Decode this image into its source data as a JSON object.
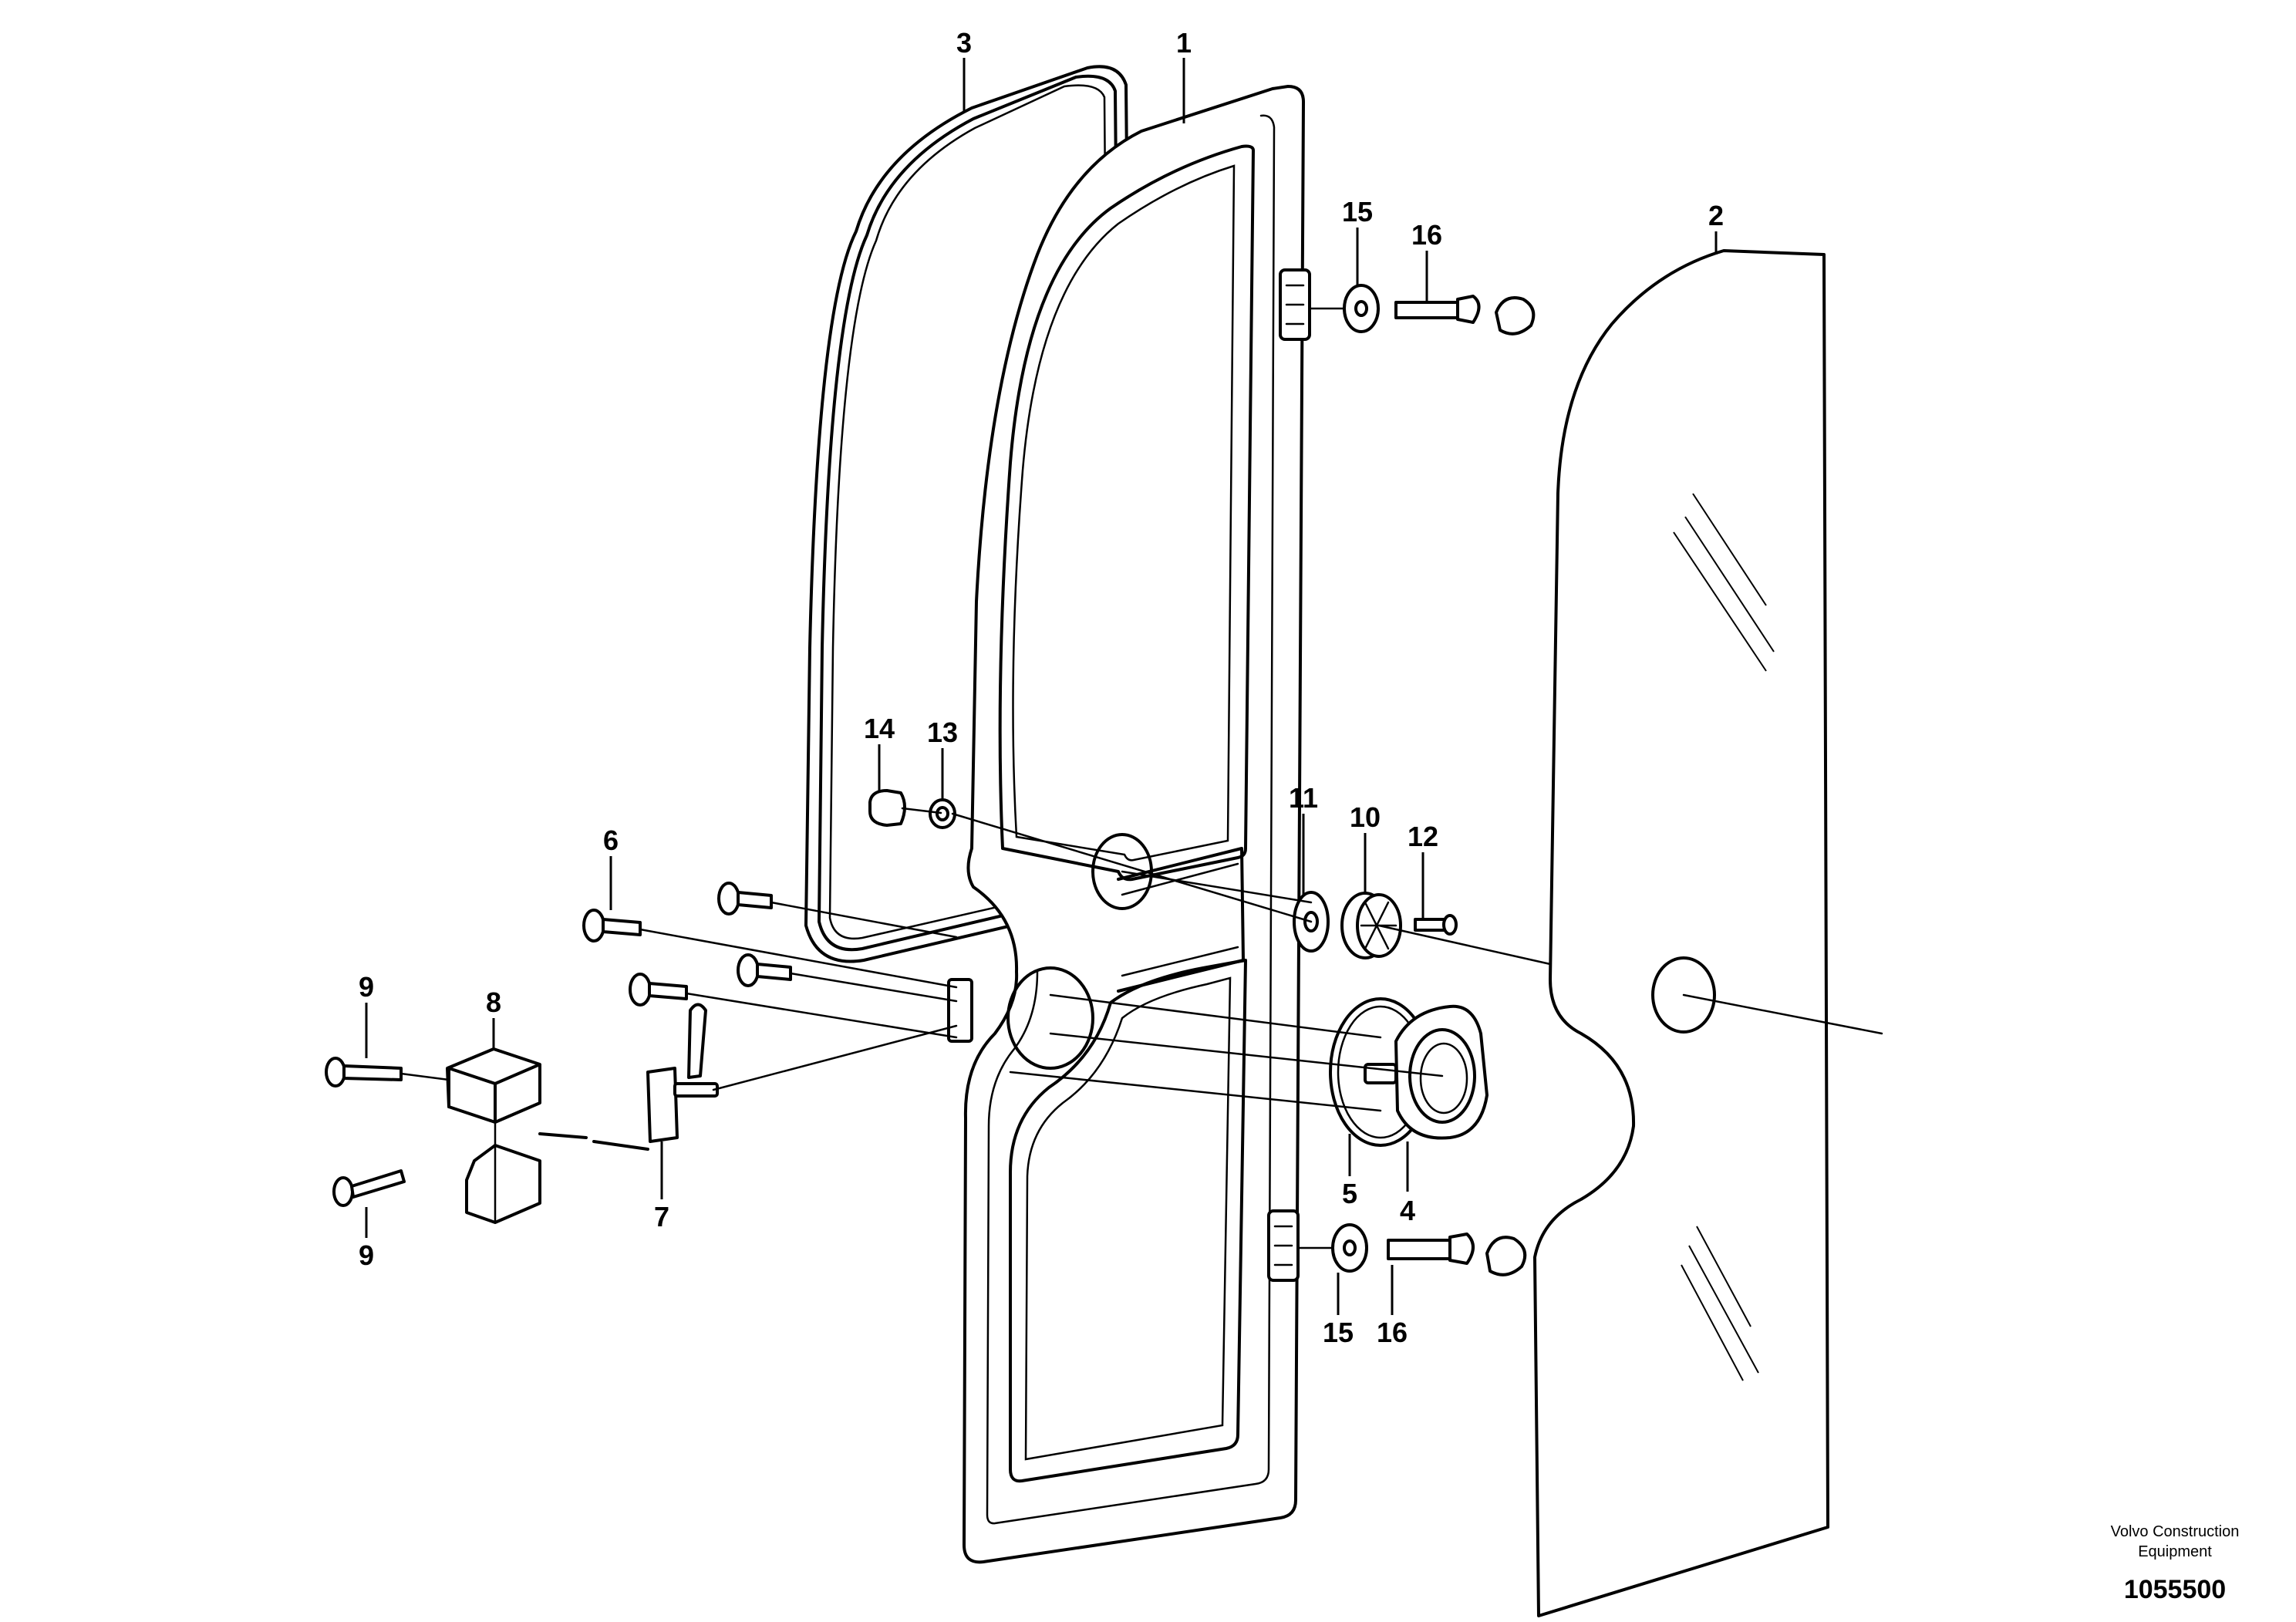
{
  "callouts": [
    {
      "id": "c1",
      "label": "1"
    },
    {
      "id": "c2",
      "label": "2"
    },
    {
      "id": "c3",
      "label": "3"
    },
    {
      "id": "c4",
      "label": "4"
    },
    {
      "id": "c5",
      "label": "5"
    },
    {
      "id": "c6",
      "label": "6"
    },
    {
      "id": "c7",
      "label": "7"
    },
    {
      "id": "c8",
      "label": "8"
    },
    {
      "id": "c9a",
      "label": "9"
    },
    {
      "id": "c9b",
      "label": "9"
    },
    {
      "id": "c10",
      "label": "10"
    },
    {
      "id": "c11",
      "label": "11"
    },
    {
      "id": "c12",
      "label": "12"
    },
    {
      "id": "c13",
      "label": "13"
    },
    {
      "id": "c14",
      "label": "14"
    },
    {
      "id": "c15a",
      "label": "15"
    },
    {
      "id": "c15b",
      "label": "15"
    },
    {
      "id": "c16a",
      "label": "16"
    },
    {
      "id": "c16b",
      "label": "16"
    }
  ],
  "footer": {
    "brand_line1": "Volvo Construction",
    "brand_line2": "Equipment",
    "drawing_number": "1055500"
  }
}
